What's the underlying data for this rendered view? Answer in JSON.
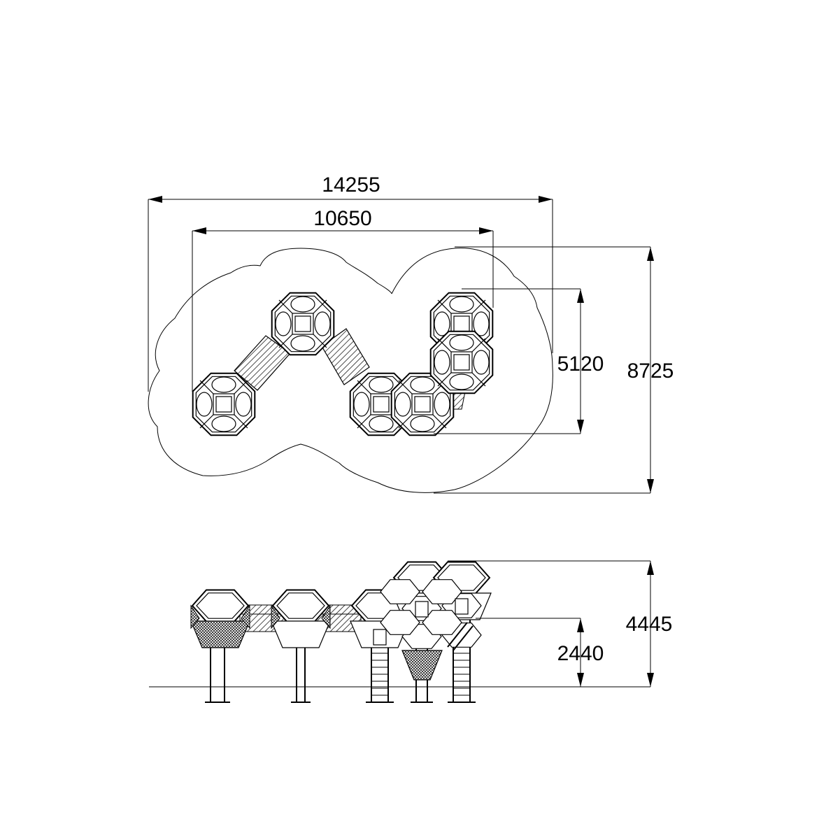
{
  "dimensions": {
    "plan_overall_width": "14255",
    "plan_structure_width": "10650",
    "plan_structure_depth": "5120",
    "plan_overall_depth": "8725",
    "elevation_total_height": "4445",
    "elevation_platform_height": "2440"
  },
  "colors": {
    "line": "#000000",
    "background": "#ffffff"
  }
}
